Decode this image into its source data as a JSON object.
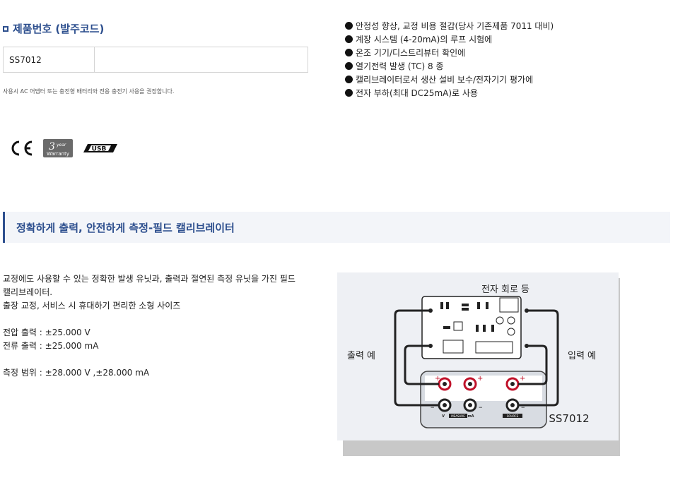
{
  "product_code": {
    "heading": "제품번호 (발주코드)",
    "code": "SS7012",
    "value": "",
    "note": "사용시 AC 어댑터 또는 충전형 배터리와 전용 충전기 사용을 권장합니다."
  },
  "features": [
    "안정성 향상, 교정 비용 절감(당사 기존제품 7011 대비)",
    "계장 시스템 (4-20mA)의 루프 시험에",
    "온조 기기/디스트리뷰터 확인에",
    "열기전력 발생 (TC) 8 종",
    "캘리브레이터로서 생산 설비 보수/전자기기 평가에",
    "전자 부하(최대 DC25mA)로 사용"
  ],
  "badges": {
    "ce": "CE",
    "warranty_num": "3",
    "warranty_year": "year",
    "warranty_label": "Warranty",
    "usb": "USB"
  },
  "banner": {
    "title": "정확하게 출력, 안전하게 측정-필드 캘리브레이터"
  },
  "description": {
    "line1": "교정에도 사용할 수 있는 정확한 발생 유닛과, 출력과 절연된 측정 유닛을 가진 필드",
    "line2": "캘리브레이터.",
    "line3": "출장 교정, 서비스 시 휴대하기 편리한 소형 사이즈",
    "voltage_output": "전압 출력 : ±25.000 V",
    "current_output": "전류 출력 : ±25.000 mA",
    "measure_range": "측정 범위 : ±28.000 V ,±28.000 mA"
  },
  "diagram": {
    "circuit_label": "전자 회로 등",
    "output_label": "출력 예",
    "input_label": "입력 예",
    "model": "SS7012",
    "v_label": "V",
    "measure_label": "MEASURE",
    "ma_label": "mA",
    "source_label": "SOURCE"
  }
}
